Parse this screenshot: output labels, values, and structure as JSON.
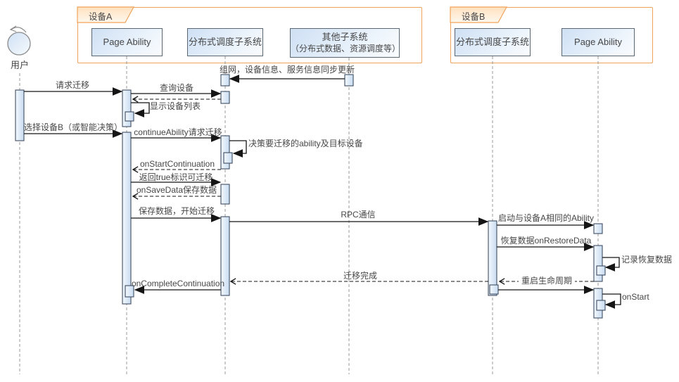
{
  "diagram_type": "uml-sequence-diagram",
  "actor": {
    "label": "用户"
  },
  "frames": [
    {
      "label": "设备A"
    },
    {
      "label": "设备B"
    }
  ],
  "participants": [
    {
      "id": "page-ability-a",
      "label": "Page Ability"
    },
    {
      "id": "dist-sched-a",
      "label": "分布式调度子系统"
    },
    {
      "id": "other-subsys",
      "label": "其他子系统",
      "sublabel": "（分布式数据、资源调度等）"
    },
    {
      "id": "dist-sched-b",
      "label": "分布式调度子系统"
    },
    {
      "id": "page-ability-b",
      "label": "Page Ability"
    }
  ],
  "messages": {
    "m_sync": "组网，设备信息、服务信息同步更新",
    "m_request": "请求迁移",
    "m_query": "查询设备",
    "m_show_list": "显示设备列表",
    "m_select": "选择设备B（或智能决策）",
    "m_continue": "continueAbility请求迁移",
    "m_decide": "决策要迁移的ability及目标设备",
    "m_onstart_cont": "onStartContinuation",
    "m_return_true": "返回true标识可迁移",
    "m_onsavedata": "onSaveData保存数据",
    "m_save_start": "保存数据，开始迁移",
    "m_rpc": "RPC通信",
    "m_launch": "启动与设备A相同的Ability",
    "m_restore": "恢复数据onRestoreData",
    "m_record": "记录恢复数据",
    "m_complete": "迁移完成",
    "m_restart": "重启生命周期",
    "m_oncomplete": "onCompleteContinuation",
    "m_onstart": "onStart"
  },
  "colors": {
    "frame_border": "#f0a35a",
    "frame_tab_fill": "#ffe1bf",
    "participant_border": "#5c6670",
    "participant_fill": "#d6e5f6",
    "activation_fill": "#d4e2f4",
    "activation_border": "#3f4e63",
    "lifeline": "#989898",
    "arrow": "#151515",
    "text": "#474747",
    "background": "#ffffff"
  }
}
